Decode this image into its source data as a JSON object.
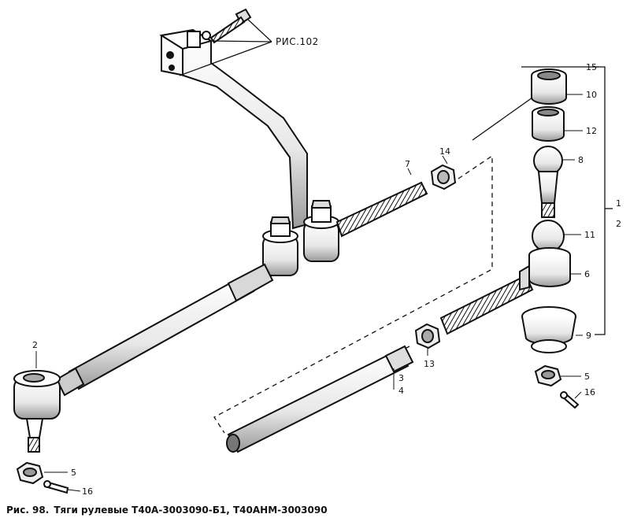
{
  "diagram": {
    "figure_ref": "РИС.102",
    "callouts": [
      "15",
      "10",
      "12",
      "8",
      "1",
      "2",
      "11",
      "6",
      "9",
      "5",
      "16",
      "14",
      "7",
      "13",
      "3",
      "4",
      "2",
      "5",
      "16"
    ],
    "caption": {
      "label": "Рис. 98.",
      "text": "Тяги рулевые Т40А-3003090-Б1, Т40АНМ-3003090"
    }
  }
}
